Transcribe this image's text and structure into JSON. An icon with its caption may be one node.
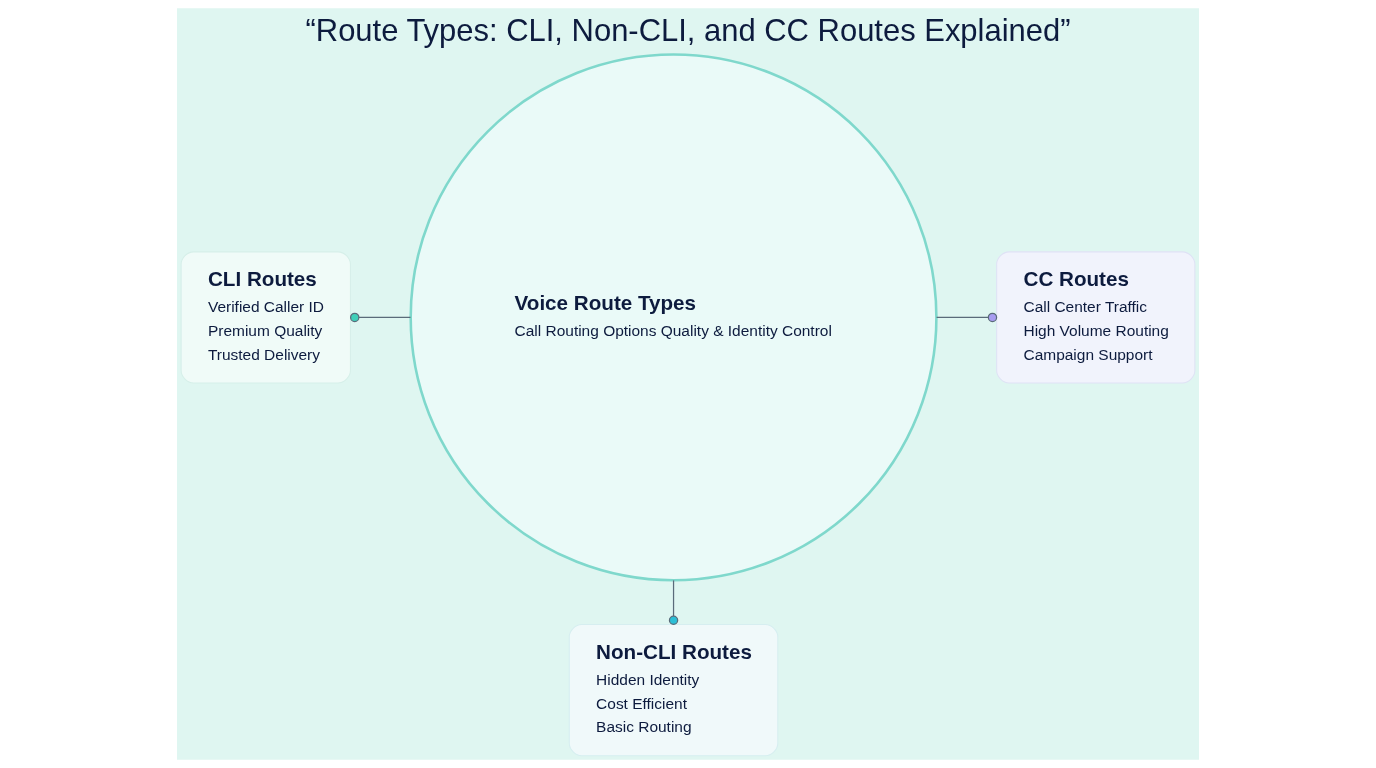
{
  "diagram": {
    "title": "“Route Types: CLI, Non-CLI, and CC Routes Explained”",
    "nodes": [
      {
        "text": [
          "Voice Route Types",
          "Call Routing Options Quality & Identity Control"
        ]
      },
      {
        "text": [
          "CLI Routes",
          "Verified Caller ID",
          "Premium Quality",
          "Trusted Delivery"
        ]
      },
      {
        "text": [
          "CC Routes",
          "Call Center Traffic",
          "High Volume Routing",
          "Campaign Support"
        ]
      },
      {
        "text": [
          "Non-CLI Routes",
          "Hidden Identity",
          "Cost Efficient",
          "Basic Routing"
        ]
      }
    ],
    "edges": [
      {
        "from": 0,
        "to": 1,
        "arrow": "other"
      },
      {
        "from": 0,
        "to": 2,
        "arrow": "other"
      },
      {
        "from": 0,
        "to": 3,
        "arrow": "other"
      }
    ]
  }
}
